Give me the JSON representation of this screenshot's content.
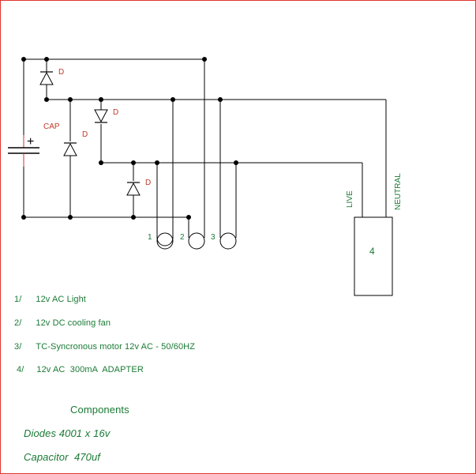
{
  "diagram": {
    "labels": {
      "diode": "D",
      "capacitor": "CAP",
      "capacitor_plus": "+",
      "live": "LIVE",
      "neutral": "NEUTRAL",
      "load_1": "1",
      "load_2": "2",
      "load_3": "3",
      "adapter": "4"
    }
  },
  "legend": [
    {
      "num": "1/",
      "text": "12v AC Light"
    },
    {
      "num": "2/",
      "text": "12v DC cooling fan"
    },
    {
      "num": "3/",
      "text": "TC-Syncronous motor 12v AC - 50/60HZ"
    },
    {
      "num": "4/",
      "text": "12v AC  300mA  ADAPTER"
    }
  ],
  "components": {
    "title": "Components",
    "diodes": "Diodes 4001 x 16v",
    "capacitor": "Capacitor  470uf"
  },
  "colors": {
    "text": "#1a7a35",
    "labels": "#c0392b",
    "border": "#e0332e"
  }
}
